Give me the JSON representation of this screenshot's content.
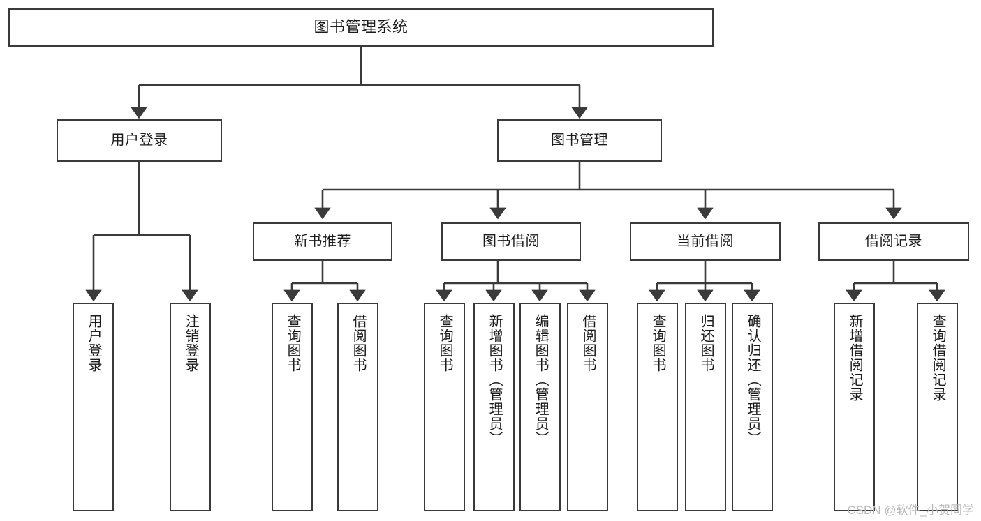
{
  "diagram": {
    "title": "图书管理系统",
    "type": "hierarchy-tree",
    "watermark": "CSDN @软件_小贺同学",
    "colors": {
      "border": "#3a3a3a",
      "background": "#ffffff",
      "text": "#1b1b1b",
      "watermark": "#b9b9b9"
    },
    "nodes": {
      "root": {
        "label": "图书管理系统"
      },
      "level2": [
        {
          "label": "用户登录"
        },
        {
          "label": "图书管理"
        }
      ],
      "level3": [
        {
          "label": "新书推荐"
        },
        {
          "label": "图书借阅"
        },
        {
          "label": "当前借阅"
        },
        {
          "label": "借阅记录"
        }
      ],
      "leaves": {
        "user_login": [
          {
            "label": "用户登录"
          },
          {
            "label": "注销登录"
          }
        ],
        "new_book": [
          {
            "label": "查询图书"
          },
          {
            "label": "借阅图书"
          }
        ],
        "book_borrow": [
          {
            "label": "查询图书"
          },
          {
            "label": "新增图书（管理员）"
          },
          {
            "label": "编辑图书（管理员）"
          },
          {
            "label": "借阅图书"
          }
        ],
        "current_borrow": [
          {
            "label": "查询图书"
          },
          {
            "label": "归还图书"
          },
          {
            "label": "确认归还（管理员）"
          }
        ],
        "borrow_record": [
          {
            "label": "新增借阅记录"
          },
          {
            "label": "查询借阅记录"
          }
        ]
      }
    }
  }
}
